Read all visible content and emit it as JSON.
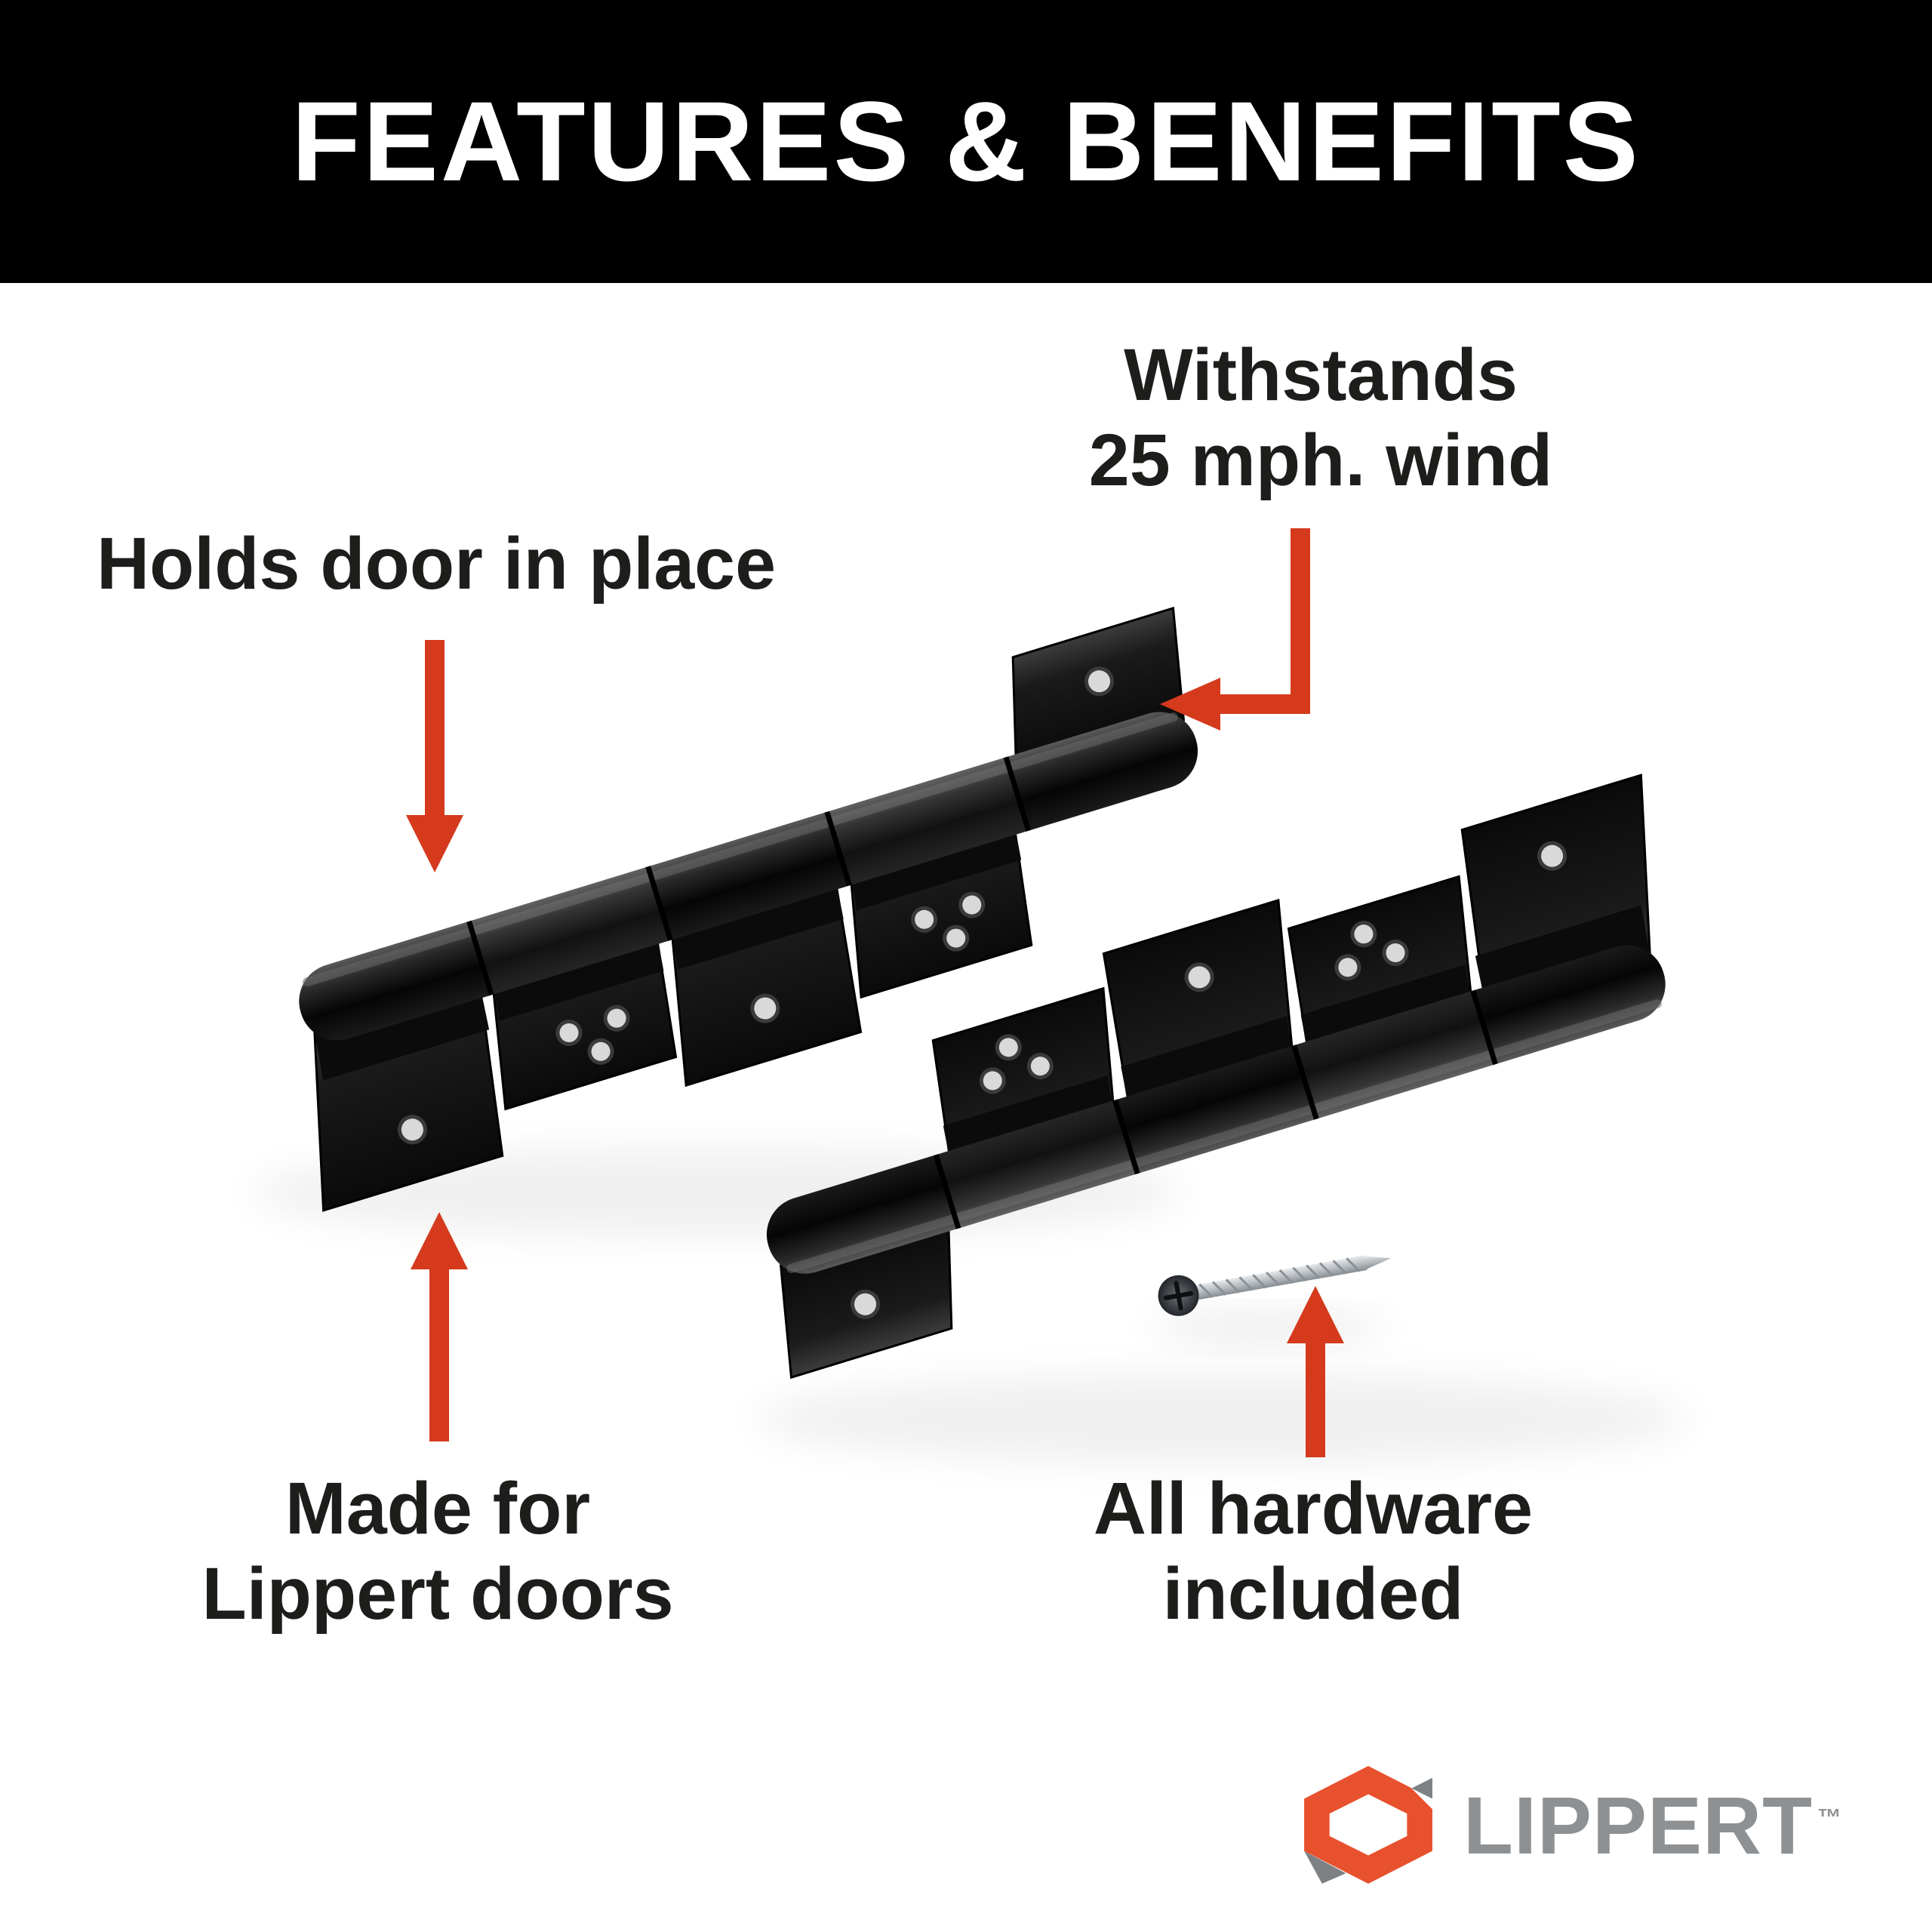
{
  "banner": {
    "title": "FEATURES & BENEFITS"
  },
  "callouts": {
    "withstands": {
      "line1": "Withstands",
      "line2": "25 mph. wind"
    },
    "holds_door": {
      "text": "Holds door in place"
    },
    "made_for": {
      "line1": "Made for",
      "line2": "Lippert doors"
    },
    "hardware": {
      "line1": "All hardware",
      "line2": "included"
    }
  },
  "brand": {
    "name": "LIPPERT",
    "trademark": "™"
  },
  "icons": {
    "elbow_arrow": "arrow-elbow-left-icon",
    "down_arrow": "arrow-down-icon",
    "up_arrow": "arrow-up-icon",
    "logo_mark": "lippert-logo-icon"
  },
  "colors": {
    "banner_bg": "#000000",
    "banner_text": "#ffffff",
    "body_bg": "#ffffff",
    "callout_text": "#1d1d1b",
    "arrow_red": "#d53a1d",
    "hinge_black": "#0d0d0d",
    "screw_metal": "#b9bec2",
    "logo_orange": "#e8512d",
    "logo_gray": "#8e9193"
  }
}
